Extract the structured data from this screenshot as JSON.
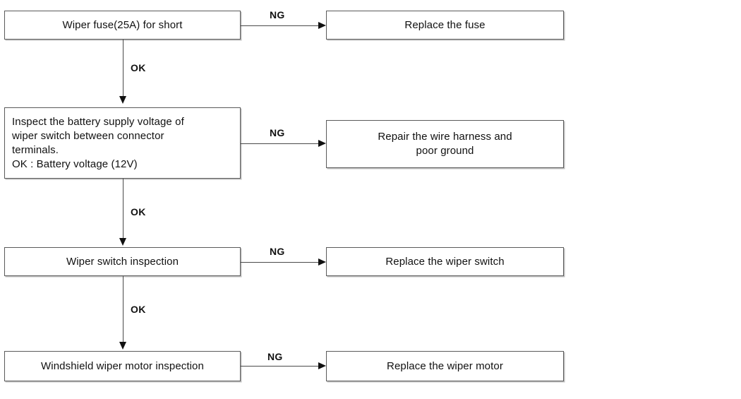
{
  "diagram": {
    "title": "Windshield wiper troubleshooting flowchart",
    "colors": {
      "box_border": "#5a5a5a",
      "line": "#4a4a4a",
      "text": "#111111",
      "background": "#ffffff"
    },
    "steps": [
      {
        "id": "step-1",
        "label": "Wiper fuse(25A) for short",
        "ng_label": "NG",
        "ok_label": "OK",
        "ng_result": "Replace the fuse"
      },
      {
        "id": "step-2",
        "label": "Inspect the battery supply voltage of\nwiper switch between connector\nterminals.\nOK : Battery voltage (12V)",
        "ng_label": "NG",
        "ok_label": "OK",
        "ng_result": "Repair the wire harness and\npoor ground"
      },
      {
        "id": "step-3",
        "label": "Wiper switch inspection",
        "ng_label": "NG",
        "ok_label": "OK",
        "ng_result": "Replace the wiper switch"
      },
      {
        "id": "step-4",
        "label": "Windshield wiper motor inspection",
        "ng_label": "NG",
        "ok_label": "",
        "ng_result": "Replace the wiper motor"
      }
    ]
  }
}
